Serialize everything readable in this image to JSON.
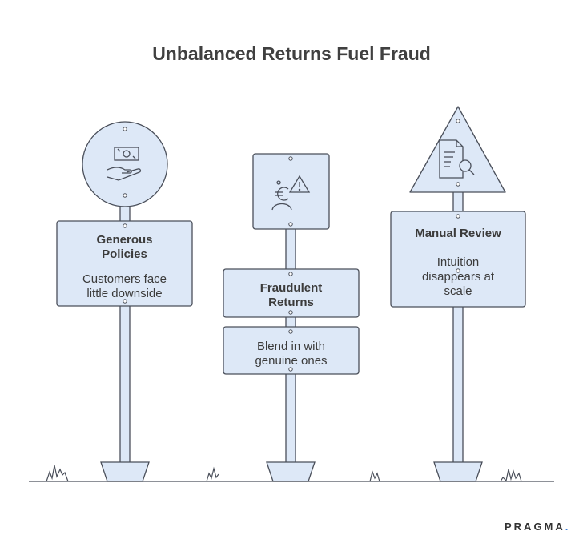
{
  "title": "Unbalanced Returns Fuel Fraud",
  "colors": {
    "fill": "#dde8f7",
    "stroke": "#4a4f5a",
    "ground": "#4a4f5a",
    "accent": "#3b7dd8"
  },
  "signs": [
    {
      "heading": "Generous Policies",
      "heading_lines": [
        "Generous",
        "Policies"
      ],
      "body_lines": [
        "Customers face",
        "little downside"
      ],
      "icon": "cash-in-hand-icon"
    },
    {
      "heading": "Fraudulent Returns",
      "heading_lines": [
        "Fraudulent",
        "Returns"
      ],
      "body_lines": [
        "Blend in with",
        "genuine ones"
      ],
      "icon": "euro-person-warning-icon"
    },
    {
      "heading": "Manual Review",
      "heading_lines": [
        "Manual Review"
      ],
      "body_lines": [
        "Intuition",
        "disappears at",
        "scale"
      ],
      "icon": "document-search-icon"
    }
  ],
  "brand": {
    "name": "PRAGMA",
    "dot": "."
  }
}
